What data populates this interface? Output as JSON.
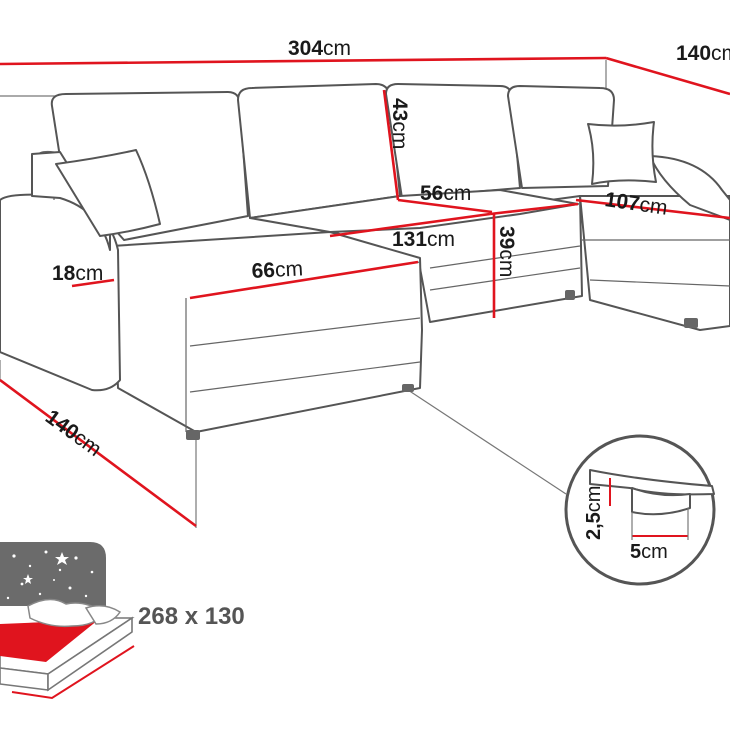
{
  "dimensions": {
    "total_width": {
      "value": "304",
      "unit": "cm"
    },
    "right_depth": {
      "value": "140",
      "unit": "cm"
    },
    "back_height": {
      "value": "43",
      "unit": "cm"
    },
    "seat_depth_mid": {
      "value": "56",
      "unit": "cm"
    },
    "right_chaise_width": {
      "value": "107",
      "unit": "cm"
    },
    "center_seat_width": {
      "value": "131",
      "unit": "cm"
    },
    "seat_height": {
      "value": "39",
      "unit": "cm"
    },
    "armrest_width": {
      "value": "18",
      "unit": "cm"
    },
    "left_chaise_width": {
      "value": "66",
      "unit": "cm"
    },
    "left_depth": {
      "value": "140",
      "unit": "cm"
    }
  },
  "detail": {
    "foot_height": {
      "value": "2,5",
      "unit": "cm"
    },
    "foot_width": {
      "value": "5",
      "unit": "cm"
    }
  },
  "bed": {
    "size_label": "268 x 130"
  },
  "colors": {
    "dimension_line": "#e0141e",
    "outline": "#555555",
    "text": "#1a1a1a",
    "bed_label": "#555555",
    "night_panel": "#6b6b6b"
  },
  "icons": [
    "sofa-bed-icon",
    "starry-night-icon",
    "pillow-icon",
    "foot-detail-magnifier"
  ]
}
